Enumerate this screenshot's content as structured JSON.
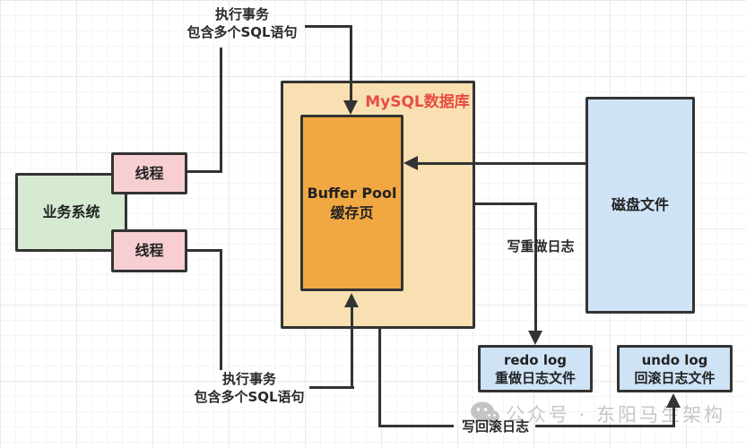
{
  "diagram": {
    "nodes": {
      "business": {
        "label": "业务系统",
        "fill": "#d5ead0"
      },
      "thread_top": {
        "label": "线程",
        "fill": "#f7cfd3"
      },
      "thread_bottom": {
        "label": "线程",
        "fill": "#f7cfd3"
      },
      "mysql": {
        "label": "MySQL数据库",
        "fill": "#f8e0b2",
        "label_color": "#e84c42"
      },
      "buffer_pool": {
        "line1": "Buffer Pool",
        "line2": "缓存页",
        "fill": "#f1a843"
      },
      "disk": {
        "label": "磁盘文件",
        "fill": "#cfe3f7"
      },
      "redo_log": {
        "line1": "redo log",
        "line2": "重做日志文件",
        "fill": "#cfe3f7"
      },
      "undo_log": {
        "line1": "undo log",
        "line2": "回滚日志文件",
        "fill": "#cfe3f7"
      }
    },
    "labels": {
      "exec_top_line1": "执行事务",
      "exec_top_line2": "包含多个SQL语句",
      "exec_bottom_line1": "执行事务",
      "exec_bottom_line2": "包含多个SQL语句",
      "write_redo": "写重做日志",
      "write_undo": "写回滚日志"
    },
    "watermark": {
      "icon": "wechat-icon",
      "text": "公众号 · 东阳马生架构",
      "color": "#c7c7c7"
    },
    "style": {
      "line_color": "#333333",
      "grid_minor": "#f5f5f5",
      "grid_major": "#e9e9e9"
    }
  }
}
